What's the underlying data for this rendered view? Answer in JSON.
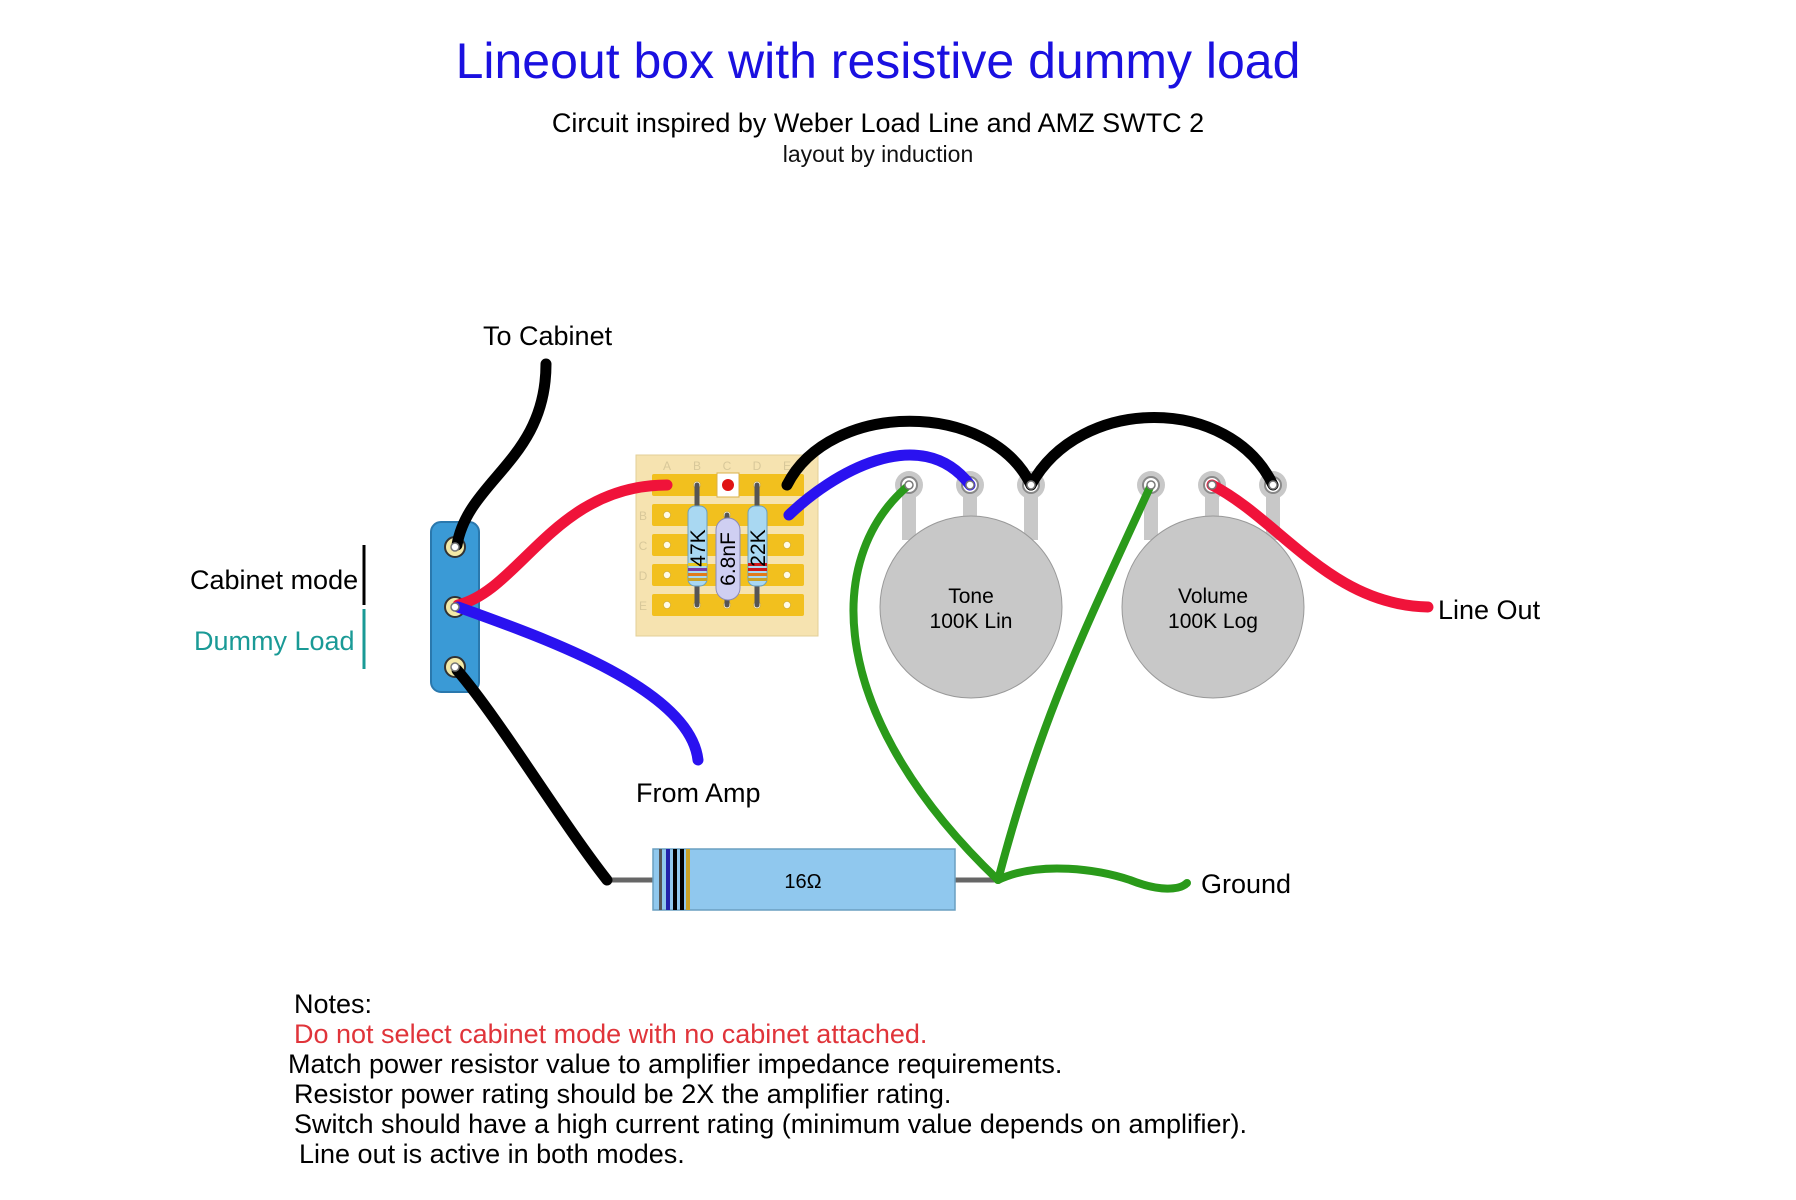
{
  "header": {
    "title": "Lineout box with resistive dummy load",
    "subtitle": "Circuit inspired by Weber Load Line and AMZ SWTC 2",
    "credit": "layout by induction"
  },
  "labels": {
    "to_cabinet": "To Cabinet",
    "cabinet_mode": "Cabinet mode",
    "dummy_load": "Dummy Load",
    "from_amp": "From Amp",
    "line_out": "Line Out",
    "ground": "Ground"
  },
  "board": {
    "columns": [
      "A",
      "B",
      "C",
      "D",
      "E"
    ],
    "rows": [
      "A",
      "B",
      "C",
      "D",
      "E"
    ],
    "r1": "47K",
    "c1": "6.8nF",
    "r2": "22K"
  },
  "pots": {
    "tone": {
      "name": "Tone",
      "value": "100K Lin"
    },
    "volume": {
      "name": "Volume",
      "value": "100K Log"
    }
  },
  "power_resistor": {
    "value": "16Ω"
  },
  "notes": {
    "heading": "Notes:",
    "warning": "Do not select cabinet mode with no cabinet attached.",
    "lines": [
      "Match power resistor value to amplifier impedance requirements.",
      "Resistor power rating should be 2X the amplifier rating.",
      "Switch should have a high current rating (minimum value depends on amplifier).",
      "Line out is active in both modes."
    ]
  },
  "colors": {
    "title": "#1a10e0",
    "warning": "#e0343a",
    "dummy_load": "#1a9a96",
    "wire_black": "#000000",
    "wire_red": "#f0133a",
    "wire_blue": "#2a12f0",
    "wire_green": "#2a9a1a",
    "switch_body": "#3a9ad6",
    "board_bg": "#f6e3b0",
    "board_strip": "#f2c01e",
    "pot_body": "#c8c8c8",
    "resistor_body": "#90c8ee"
  }
}
